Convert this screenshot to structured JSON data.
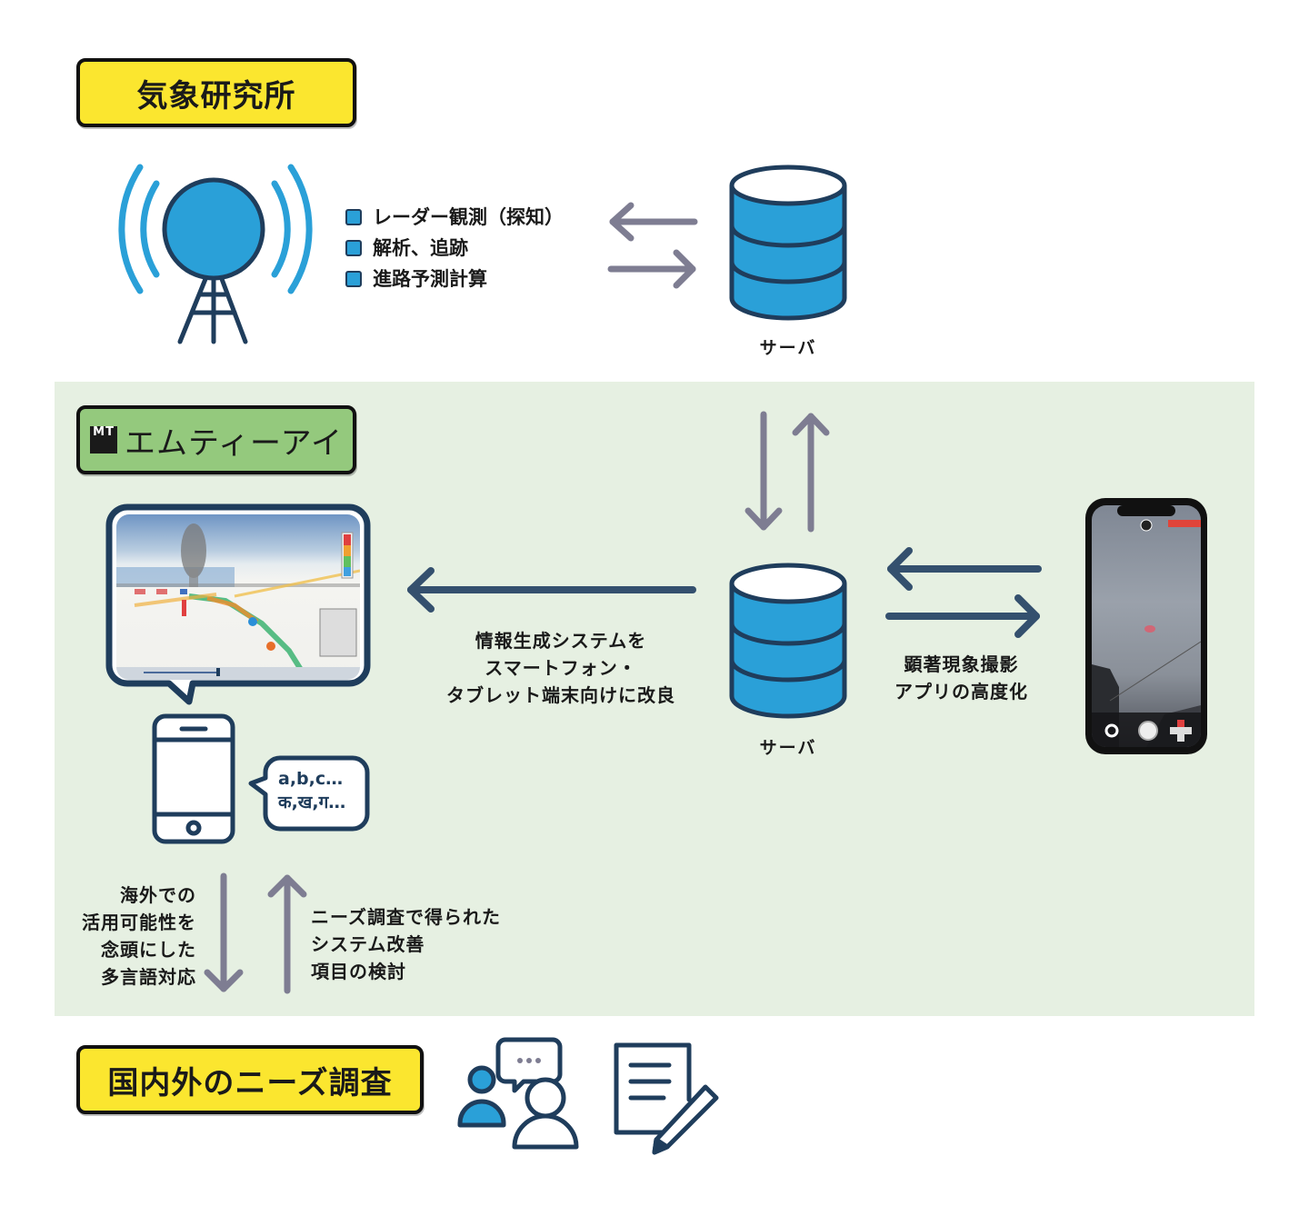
{
  "title_boxes": {
    "institute": "気象研究所",
    "mti": "エムティーアイ",
    "mti_logo": "MT",
    "survey": "国内外のニーズ調査"
  },
  "institute_tasks": [
    "レーダー観測（探知）",
    "解析、追跡",
    "進路予測計算"
  ],
  "servers": {
    "top_label": "サーバ",
    "middle_label": "サーバ"
  },
  "captions": {
    "info_system": [
      "情報生成システムを",
      "スマートフォン・",
      "タブレット端末向けに改良"
    ],
    "camera_app": [
      "顕著現象撮影",
      "アプリの高度化"
    ],
    "multilingual": [
      "海外での",
      "活用可能性を",
      "念頭にした",
      "多言語対応"
    ],
    "needs_review": [
      "ニーズ調査で得られた",
      "システム改善",
      "項目の検討"
    ]
  },
  "language_bubble": {
    "line1": "a,b,c…",
    "line2": "क,ख,ग…"
  },
  "colors": {
    "yellow_box": "#fbe62f",
    "green_box": "#94c97d",
    "panel_bg": "#e6f0e2",
    "icon_blue": "#2aa0d8",
    "icon_navy": "#1f3d5c",
    "arrow_gray": "#7e7d92"
  }
}
